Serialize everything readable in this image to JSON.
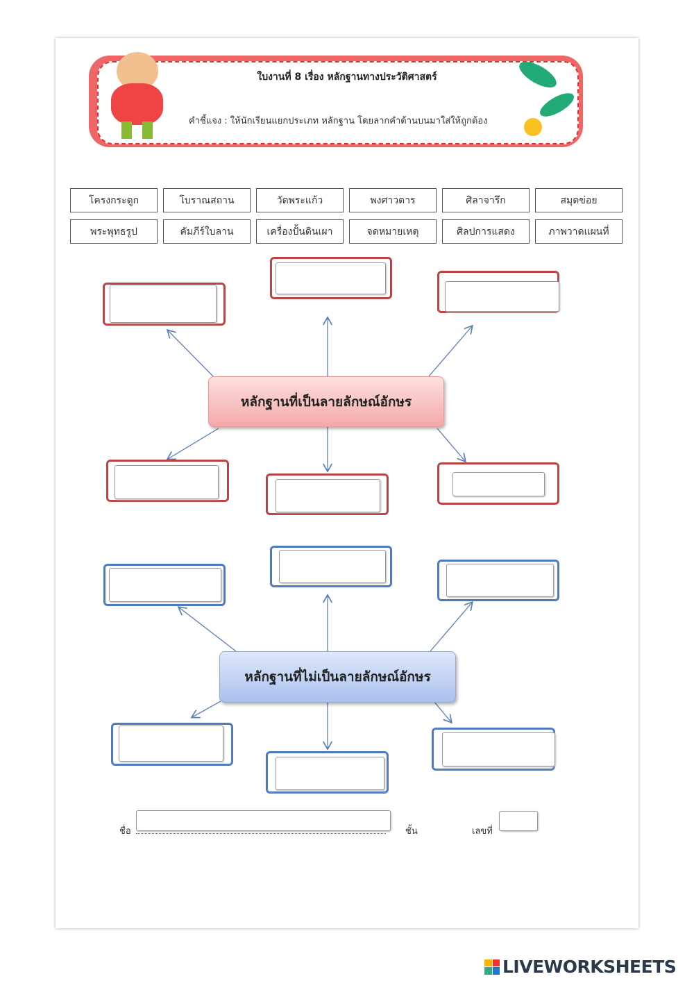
{
  "header": {
    "title": "ใบงานที่ 8 เรื่อง หลักฐานทางประวัติศาสตร์",
    "instruction": "คำชี้แจง : ให้นักเรียนแยกประเภท  หลักฐาน โดยลากคำด้านบนมาใส่ให้ถูกต้อง"
  },
  "word_bank": [
    "โครงกระดูก",
    "โบราณสถาน",
    "วัดพระแก้ว",
    "พงศาวดาร",
    "ศิลาจารึก",
    "สมุดข่อย",
    "พระพุทธรูป",
    "คัมภีร์ใบลาน",
    "เครื่องปั้นดินเผา",
    "จดหมายเหตุ",
    "ศิลปการแสดง",
    "ภาพวาดแผนที่"
  ],
  "written": {
    "label": "หลักฐานที่เป็นลายลักษณ์อักษร",
    "color": "#f6b5b5"
  },
  "unwritten": {
    "label": "หลักฐานที่ไม่เป็นลายลักษณ์อักษร",
    "color": "#b7ccf2"
  },
  "footer": {
    "name_label": "ชื่อ",
    "class_label": "ชั้น",
    "number_label": "เลขที่"
  },
  "brand": "LIVEWORKSHEETS"
}
